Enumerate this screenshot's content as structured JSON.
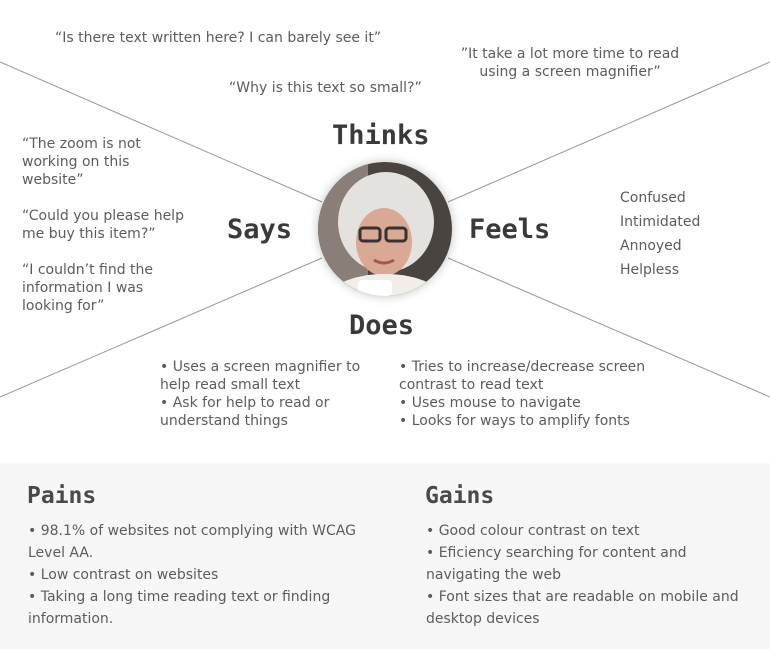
{
  "thinks": {
    "title": "Thinks",
    "quotes": [
      "“Is there text written here? I can barely see it”",
      "”It take a lot more time to read using a screen magnifier”",
      "“Why is this text so small?”"
    ]
  },
  "says": {
    "title": "Says",
    "quotes": [
      "“The zoom is not working on this website”",
      "“Could you please help me buy this item?”",
      "“I couldn’t find the information I was looking for”"
    ]
  },
  "feels": {
    "title": "Feels",
    "items": [
      "Confused",
      "Intimidated",
      "Annoyed",
      "Helpless"
    ]
  },
  "does": {
    "title": "Does",
    "left": [
      "• Uses a screen magnifier to help read small text",
      "• Ask for help to read or understand things"
    ],
    "right": [
      "• Tries to increase/decrease screen contrast to read text",
      "• Uses mouse to navigate",
      "• Looks for ways to amplify fonts"
    ]
  },
  "pains": {
    "title": "Pains",
    "items": [
      "• 98.1% of websites not complying with WCAG Level AA.",
      "• Low contrast on websites",
      "• Taking a long time reading text or finding information."
    ]
  },
  "gains": {
    "title": "Gains",
    "items": [
      "• Good colour contrast on text",
      "• Eficiency searching for content and navigating the web",
      "• Font sizes that are readable on mobile and desktop devices"
    ]
  }
}
